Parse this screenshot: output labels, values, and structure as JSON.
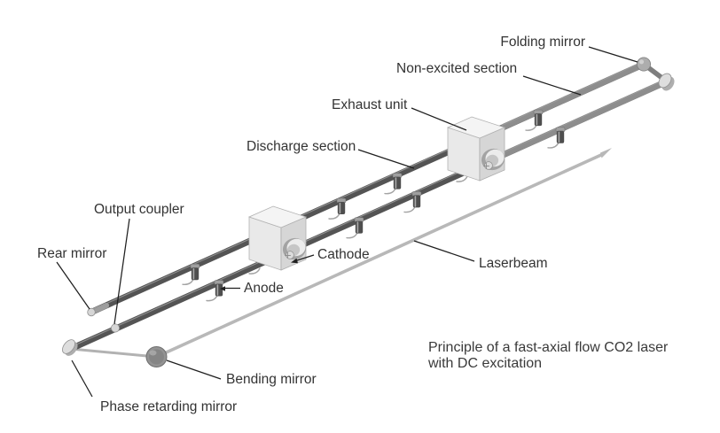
{
  "labels": {
    "folding_mirror": "Folding mirror",
    "non_excited_section": "Non-excited section",
    "exhaust_unit": "Exhaust unit",
    "discharge_section": "Discharge section",
    "output_coupler": "Output coupler",
    "rear_mirror": "Rear mirror",
    "cathode": "Cathode",
    "anode": "Anode",
    "laserbeam": "Laserbeam",
    "bending_mirror": "Bending mirror",
    "phase_retarding_mirror": "Phase retarding mirror"
  },
  "caption": {
    "line1": "Principle of a fast-axial flow CO2 laser",
    "line2": "with DC excitation"
  },
  "colors": {
    "background": "#ffffff",
    "label_text": "#333333",
    "leader_line": "#1f1f1f",
    "tube_dark": "#545454",
    "tube_light": "#8d8d8d",
    "laser_beam": "#b5b5b5",
    "box_top": "#f4f4f4",
    "box_left": "#e9e9e9",
    "box_right": "#d6d6d6"
  }
}
